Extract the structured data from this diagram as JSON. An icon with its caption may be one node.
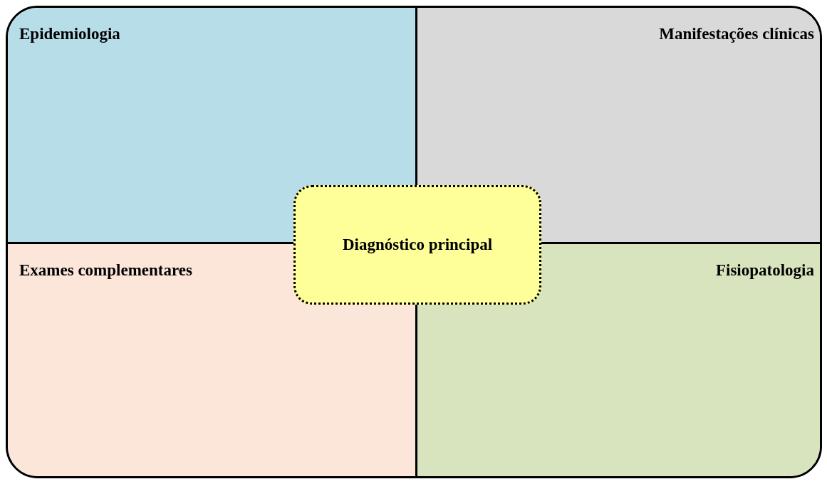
{
  "diagram": {
    "nodes": [
      {
        "text": [
          "Epidemiologia"
        ]
      },
      {
        "text": [
          "Manifestações clínicas"
        ]
      },
      {
        "text": [
          "Exames complementares"
        ]
      },
      {
        "text": [
          "Fisiopatologia"
        ]
      },
      {
        "text": [
          "Diagnóstico principal"
        ]
      }
    ]
  }
}
